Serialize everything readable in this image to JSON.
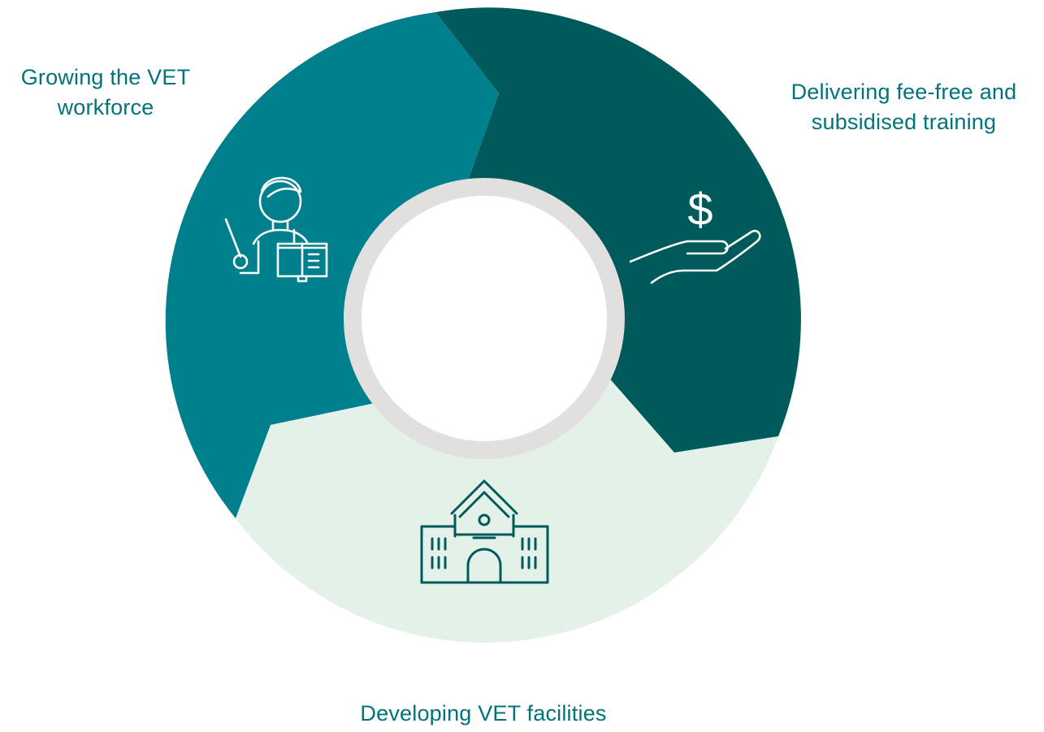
{
  "diagram": {
    "segments": [
      {
        "id": "workforce",
        "label": "Growing the VET workforce",
        "label_lines": [
          "Growing the VET",
          "workforce"
        ],
        "icon": "teacher-icon",
        "color": "#00808d"
      },
      {
        "id": "fees",
        "label": "Delivering fee-free and subsidised training",
        "label_lines": [
          "Delivering fee-free and",
          "subsidised training"
        ],
        "icon": "hand-dollar-icon",
        "color": "#005a5b"
      },
      {
        "id": "facilities",
        "label": "Developing VET facilities",
        "label_lines": [
          "Developing VET facilities"
        ],
        "icon": "school-building-icon",
        "color": "#e3f1e9"
      }
    ],
    "colors": {
      "label_text": "#00737c",
      "center_ring": "#e2dfdf",
      "center_fill": "#ffffff",
      "icon_light": "#ffffff",
      "icon_dark": "#005a5b"
    },
    "icons": {
      "dollar_symbol": "$"
    }
  }
}
